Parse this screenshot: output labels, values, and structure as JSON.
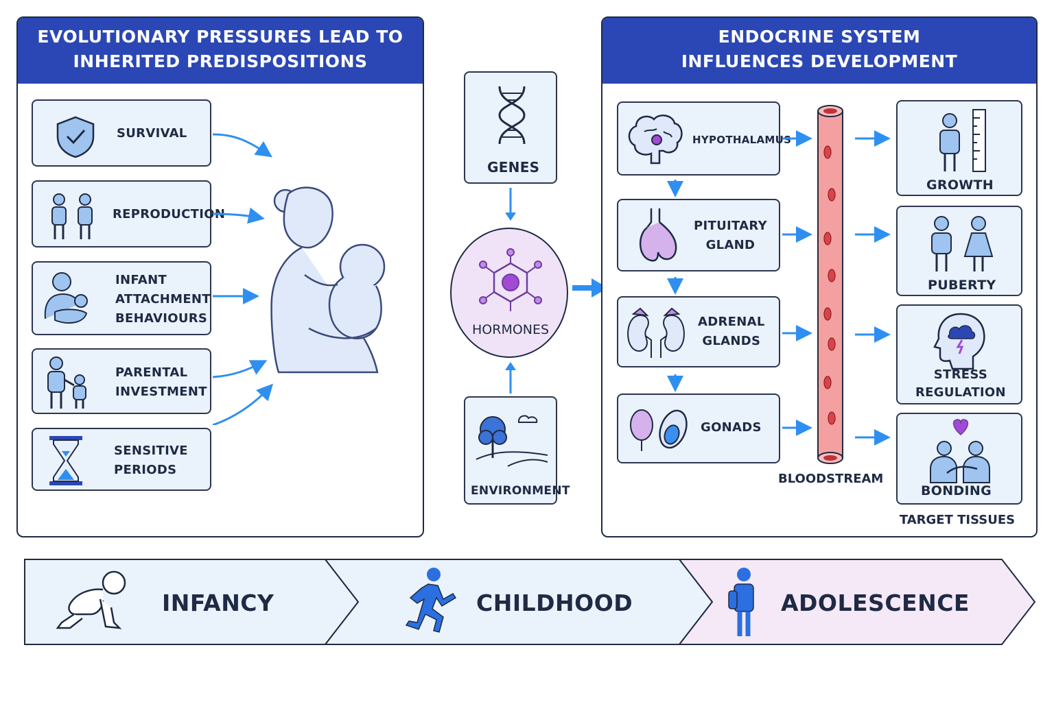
{
  "left_panel": {
    "title": "EVOLUTIONARY PRESSURES LEAD TO\nINHERITED PREDISPOSITIONS",
    "items": [
      {
        "label": "SURVIVAL",
        "icon": "shield-check-icon"
      },
      {
        "label": "REPRODUCTION",
        "icon": "two-people-icon"
      },
      {
        "label": "INFANT\nATTACHMENT\nBEHAVIOURS",
        "icon": "parent-hugging-child-icon"
      },
      {
        "label": "PARENTAL\nINVESTMENT",
        "icon": "adult-holding-child-hand-icon"
      },
      {
        "label": "SENSITIVE\nPERIODS",
        "icon": "hourglass-icon"
      }
    ],
    "illustration": "mother-holding-baby-illustration"
  },
  "middle": {
    "genes": "GENES",
    "hormones": "HORMONES",
    "environment": "ENVIRONMENT"
  },
  "right_panel": {
    "title": "ENDOCRINE SYSTEM\nINFLUENCES DEVELOPMENT",
    "glands": [
      {
        "label": "HYPOTHALAMUS",
        "icon": "brain-icon"
      },
      {
        "label": "PITUITARY\nGLAND",
        "icon": "pituitary-icon"
      },
      {
        "label": "ADRENAL\nGLANDS",
        "icon": "kidneys-icon"
      },
      {
        "label": "GONADS",
        "icon": "gonads-icon"
      }
    ],
    "bloodstream": "BLOODSTREAM",
    "targets": [
      {
        "label": "GROWTH",
        "icon": "child-height-ruler-icon"
      },
      {
        "label": "PUBERTY",
        "icon": "boy-girl-icon"
      },
      {
        "label": "STRESS\nREGULATION",
        "icon": "head-storm-icon"
      },
      {
        "label": "BONDING",
        "icon": "hug-heart-icon"
      }
    ],
    "target_caption": "TARGET TISSUES"
  },
  "timeline": [
    {
      "label": "INFANCY",
      "icon": "crawling-baby-icon"
    },
    {
      "label": "CHILDHOOD",
      "icon": "running-child-icon"
    },
    {
      "label": "ADOLESCENCE",
      "icon": "teen-backpack-icon"
    }
  ],
  "colors": {
    "header": "#2b47b5",
    "card_fill": "#eaf2fb",
    "arrow": "#2e8ff0",
    "hormone_fill": "#f1e3f7",
    "blood_vessel": "#f4a0a0"
  }
}
